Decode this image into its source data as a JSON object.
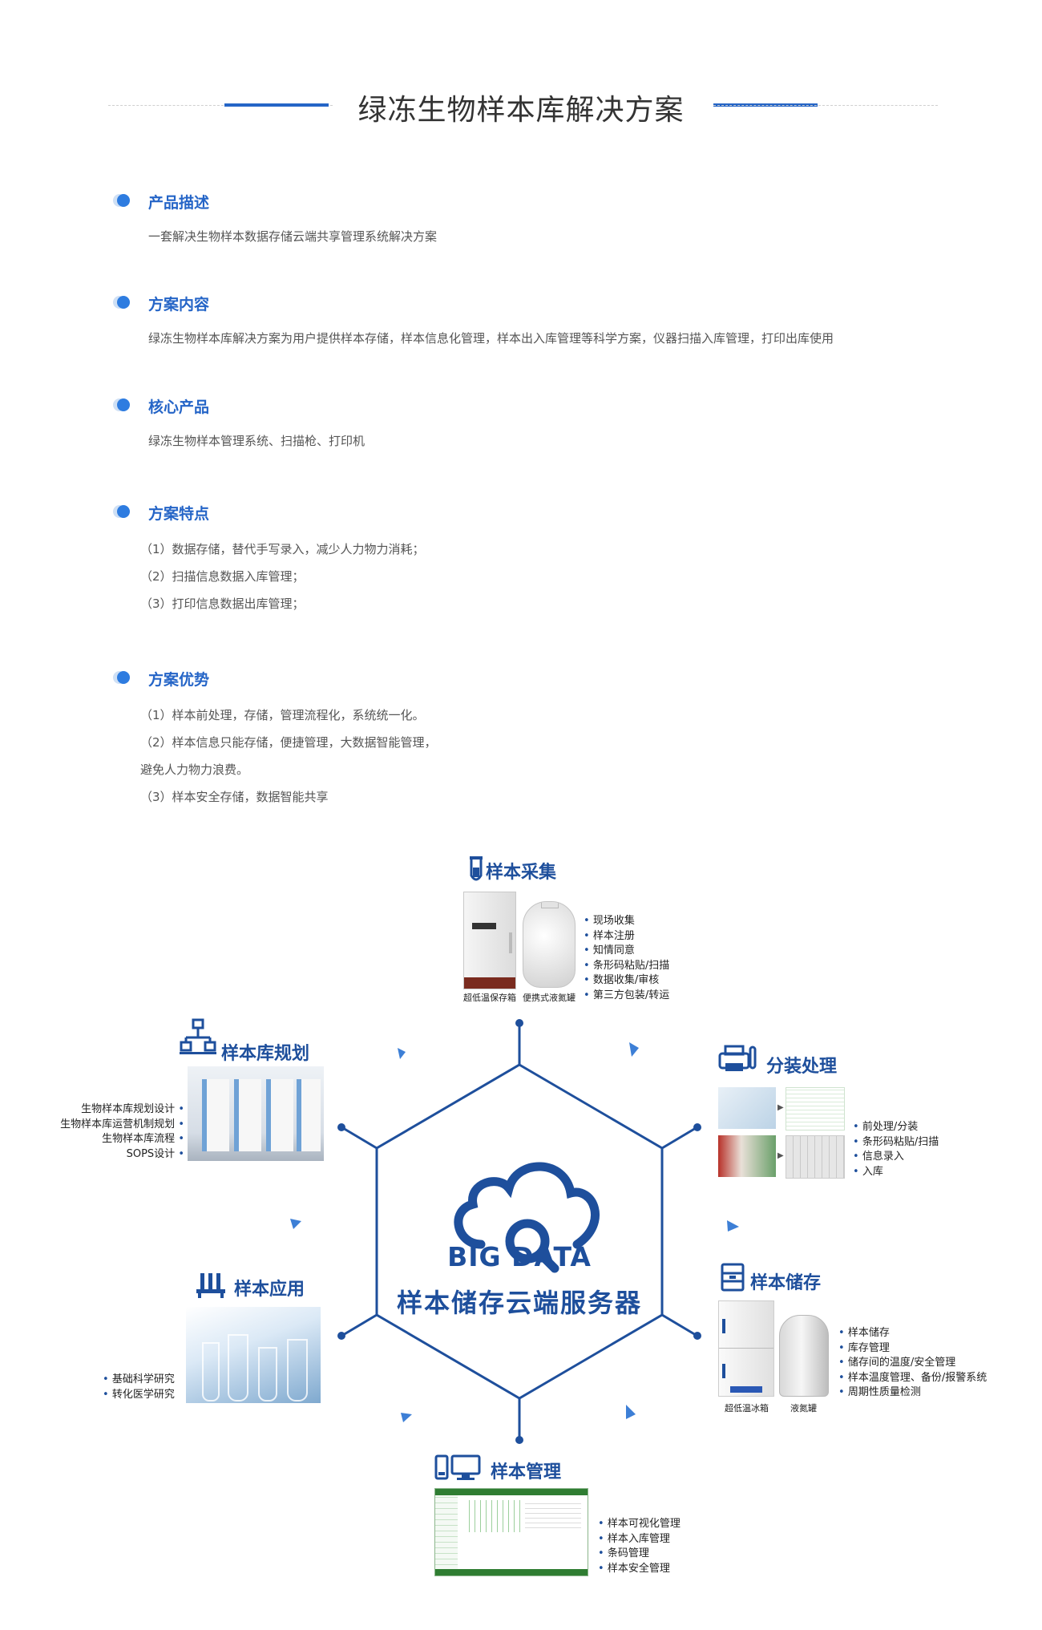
{
  "page": {
    "title": "绿冻生物样本库解决方案"
  },
  "sections": [
    {
      "heading": "产品描述",
      "lines": [
        "一套解决生物样本数据存储云端共享管理系统解决方案"
      ]
    },
    {
      "heading": "方案内容",
      "lines": [
        "绿冻生物样本库解决方案为用户提供样本存储，样本信息化管理，样本出入库管理等科学方案，仪器扫描入库管理，打印出库使用"
      ]
    },
    {
      "heading": "核心产品",
      "lines": [
        "绿冻生物样本管理系统、扫描枪、打印机"
      ]
    },
    {
      "heading": "方案特点",
      "lines": [
        "（1）数据存储，替代手写录入，减少人力物力消耗；",
        "（2）扫描信息数据入库管理；",
        "（3）打印信息数据出库管理；"
      ]
    },
    {
      "heading": "方案优势",
      "lines": [
        "（1）样本前处理，存储，管理流程化，系统统一化。",
        "（2）样本信息只能存储，便捷管理，大数据智能管理，",
        "避免人力物力浪费。",
        "（3）样本安全存储，数据智能共享"
      ]
    }
  ],
  "diagram": {
    "center": {
      "big": "BIG DATA",
      "sub": "样本储存云端服务器"
    },
    "nodes": {
      "collect": {
        "title": "样本采集",
        "captions": [
          "超低温保存箱",
          "便携式液氮罐"
        ],
        "bullets": [
          "现场收集",
          "样本注册",
          "知情同意",
          "条形码粘贴/扫描",
          "数据收集/审核",
          "第三方包装/转运"
        ]
      },
      "split": {
        "title": "分装处理",
        "bullets": [
          "前处理/分装",
          "条形码粘贴/扫描",
          "信息录入",
          "入库"
        ]
      },
      "store": {
        "title": "样本储存",
        "captions": [
          "超低温冰箱",
          "液氮罐"
        ],
        "bullets": [
          "样本储存",
          "库存管理",
          "储存间的温度/安全管理",
          "样本温度管理、备份/报警系统",
          "周期性质量检测"
        ]
      },
      "manage": {
        "title": "样本管理",
        "bullets": [
          "样本可视化管理",
          "样本入库管理",
          "条码管理",
          "样本安全管理"
        ]
      },
      "apply": {
        "title": "样本应用",
        "bullets": [
          "基础科学研究",
          "转化医学研究"
        ]
      },
      "plan": {
        "title": "样本库规划",
        "bullets": [
          "生物样本库规划设计",
          "生物样本库运营机制规划",
          "生物样本库流程",
          "SOPS设计"
        ]
      }
    }
  },
  "colors": {
    "accent": "#2565c7",
    "diagram": "#1e4f9c",
    "bullet_dot": "#2e7ce0",
    "text": "#555555"
  }
}
